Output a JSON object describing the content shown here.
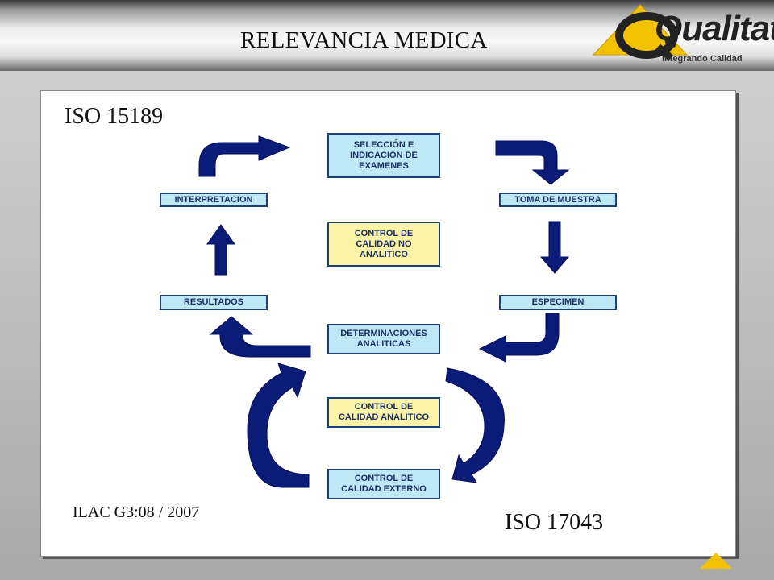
{
  "header": {
    "title": "RELEVANCIA MEDICA",
    "logo": {
      "name": "Qualitat",
      "tagline": "Integrando Calidad",
      "accent_color": "#f2c200"
    }
  },
  "diagram": {
    "standards": {
      "top": "ISO 15189",
      "bottom_left": "ILAC G3:08 / 2007",
      "bottom_right": "ISO 17043"
    },
    "boxes": {
      "seleccion": "SELECCIÓN E\nINDICACION DE\nEXAMENES",
      "toma": "TOMA DE MUESTRA",
      "especimen": "ESPECIMEN",
      "interpretacion": "INTERPRETACION",
      "resultados": "RESULTADOS",
      "control_no_analitico": "CONTROL DE\nCALIDAD NO\nANALITICO",
      "determinaciones": "DETERMINACIONES\nANALITICAS",
      "control_analitico": "CONTROL DE\nCALIDAD ANALITICO",
      "control_externo": "CONTROL DE\nCALIDAD EXTERNO"
    },
    "colors": {
      "arrow": "#0a1b78",
      "box_blue": "#bfe8f6",
      "box_yellow": "#fbf4a6",
      "box_border": "#1f3f7a"
    }
  }
}
